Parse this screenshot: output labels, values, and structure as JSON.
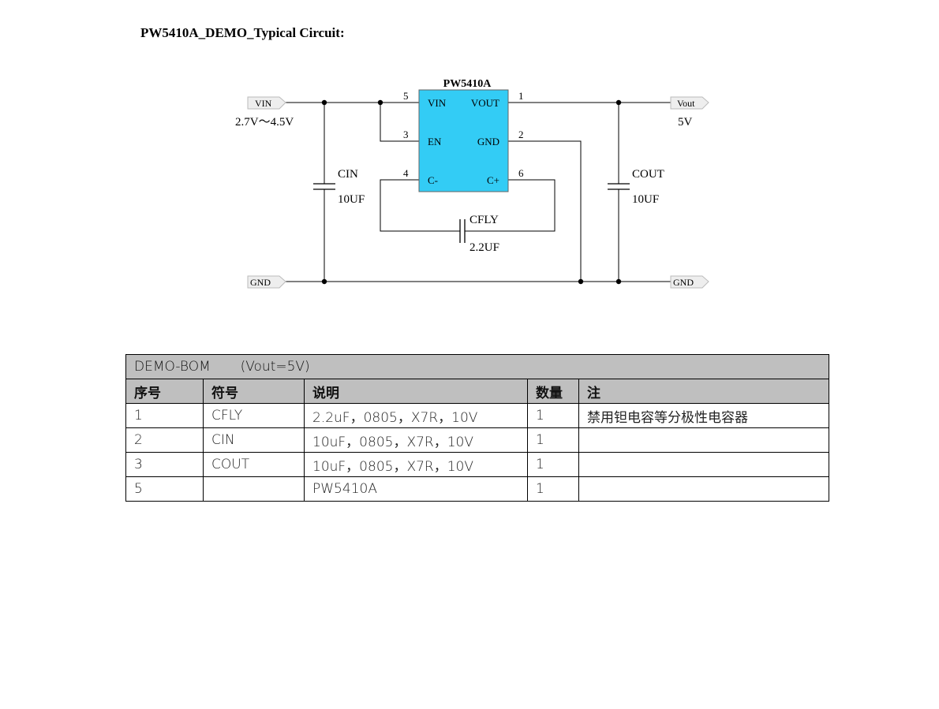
{
  "title": "PW5410A_DEMO_Typical Circuit:",
  "diagram": {
    "ic_name": "PW5410A",
    "ic_color": "#33ccf5",
    "pins": {
      "vin": "VIN",
      "vout": "VOUT",
      "en": "EN",
      "gnd": "GND",
      "cm": "C-",
      "cp": "C+",
      "n5": "5",
      "n1": "1",
      "n3": "3",
      "n2": "2",
      "n4": "4",
      "n6": "6"
    },
    "vin_tag": "VIN",
    "vin_range": "2.7V～4.5V",
    "vout_tag": "Vout",
    "vout_value": "5V",
    "gnd_left": "GND",
    "gnd_right": "GND",
    "cin": "CIN",
    "cin_val": "10UF",
    "cout": "COUT",
    "cout_val": "10UF",
    "cfly": "CFLY",
    "cfly_val": "2.2UF"
  },
  "bom": {
    "title": "DEMO-BOM       (Vout=5V)",
    "headers": [
      "序号",
      "符号",
      "说明",
      "数量",
      "注"
    ],
    "rows": [
      [
        "1",
        "CFLY",
        "2.2uF，0805，X7R，10V",
        "1",
        "禁用钽电容等分极性电容器"
      ],
      [
        "2",
        "CIN",
        "10uF，0805，X7R，10V",
        "1",
        ""
      ],
      [
        "3",
        "COUT",
        "10uF，0805，X7R，10V",
        "1",
        ""
      ],
      [
        "5",
        "",
        "PW5410A",
        "1",
        ""
      ]
    ]
  }
}
